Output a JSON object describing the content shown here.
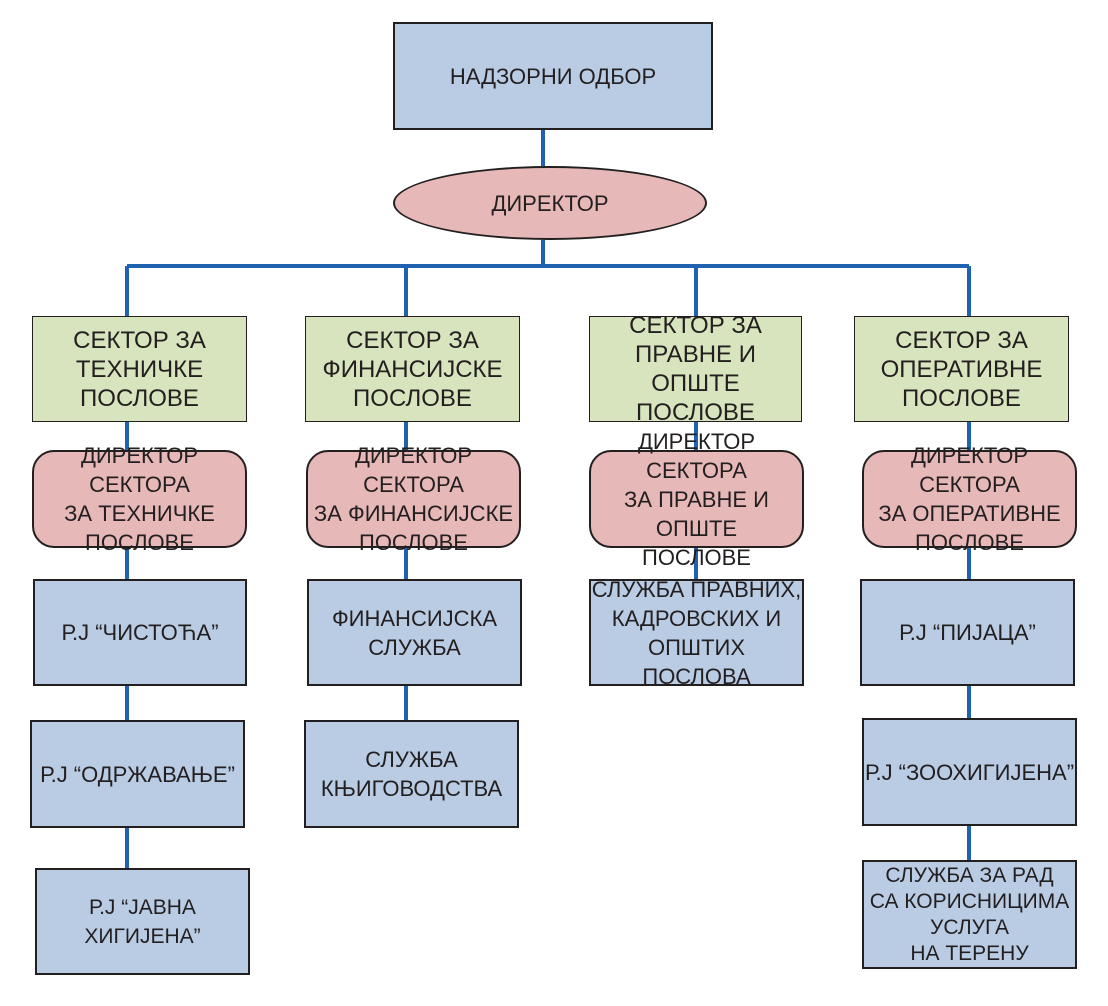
{
  "board": "НАДЗОРНИ ОДБОР",
  "director": "ДИРЕКТОР",
  "sectors": [
    {
      "name": "СЕКТОР ЗА\nТЕХНИЧКЕ\nПОСЛОВЕ",
      "head": "ДИРЕКТОР СЕКТОРА\nЗА ТЕХНИЧКЕ\nПОСЛОВЕ",
      "units": [
        "Р.Ј “ЧИСТОЋА”",
        "Р.Ј “ОДРЖАВАЊЕ”",
        "Р.Ј “ЈАВНА ХИГИЈЕНА”"
      ]
    },
    {
      "name": "СЕКТОР ЗА\nФИНАНСИЈСКЕ\nПОСЛОВЕ",
      "head": "ДИРЕКТОР СЕКТОРА\nЗА ФИНАНСИЈСКЕ\nПОСЛОВЕ",
      "units": [
        "ФИНАНСИЈСКА\nСЛУЖБА",
        "СЛУЖБА\nКЊИГОВОДСТВА"
      ]
    },
    {
      "name": "СЕКТОР ЗА\nПРАВНЕ И ОПШТЕ\nПОСЛОВЕ",
      "head": "ДИРЕКТОР СЕКТОРА\nЗА ПРАВНЕ И ОПШТЕ\nПОСЛОВЕ",
      "units": [
        "СЛУЖБА ПРАВНИХ,\nКАДРОВСКИХ И\nОПШТИХ ПОСЛОВА"
      ]
    },
    {
      "name": "СЕКТОР ЗА\nОПЕРАТИВНЕ\nПОСЛОВЕ",
      "head": "ДИРЕКТОР СЕКТОРА\nЗА ОПЕРАТИВНЕ\nПОСЛОВЕ",
      "units": [
        "Р.Ј “ПИЈАЦА”",
        "Р.Ј “ЗООХИГИЈЕНА”",
        "СЛУЖБА ЗА РАД\nСА КОРИСНИЦИМА\nУСЛУГА\nНА ТЕРЕНУ"
      ]
    }
  ],
  "colors": {
    "connector": "#1f62b0",
    "board_fill": "#b9cce4",
    "director_fill": "#e6b9b8",
    "sector_fill": "#d7e4bd",
    "unit_fill": "#b9cce4"
  }
}
